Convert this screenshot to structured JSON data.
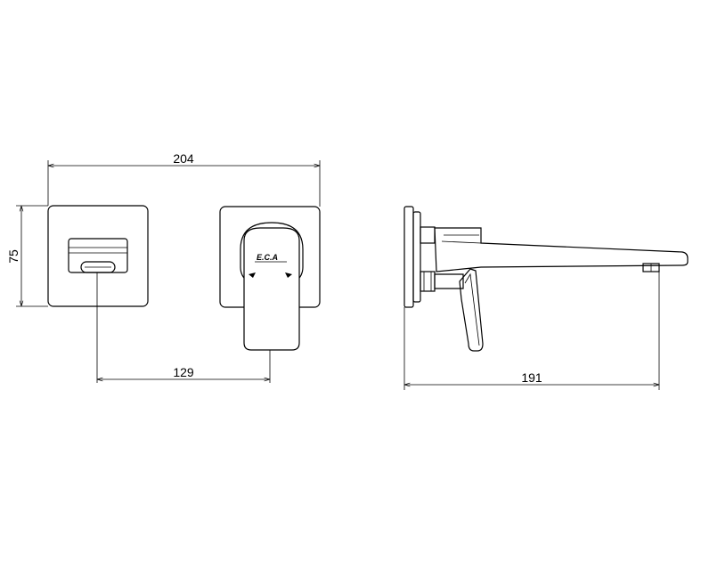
{
  "dimensions": {
    "overall_width": "204",
    "height": "75",
    "center_distance": "129",
    "projection": "191"
  },
  "logo": {
    "text": "E.C.A"
  }
}
